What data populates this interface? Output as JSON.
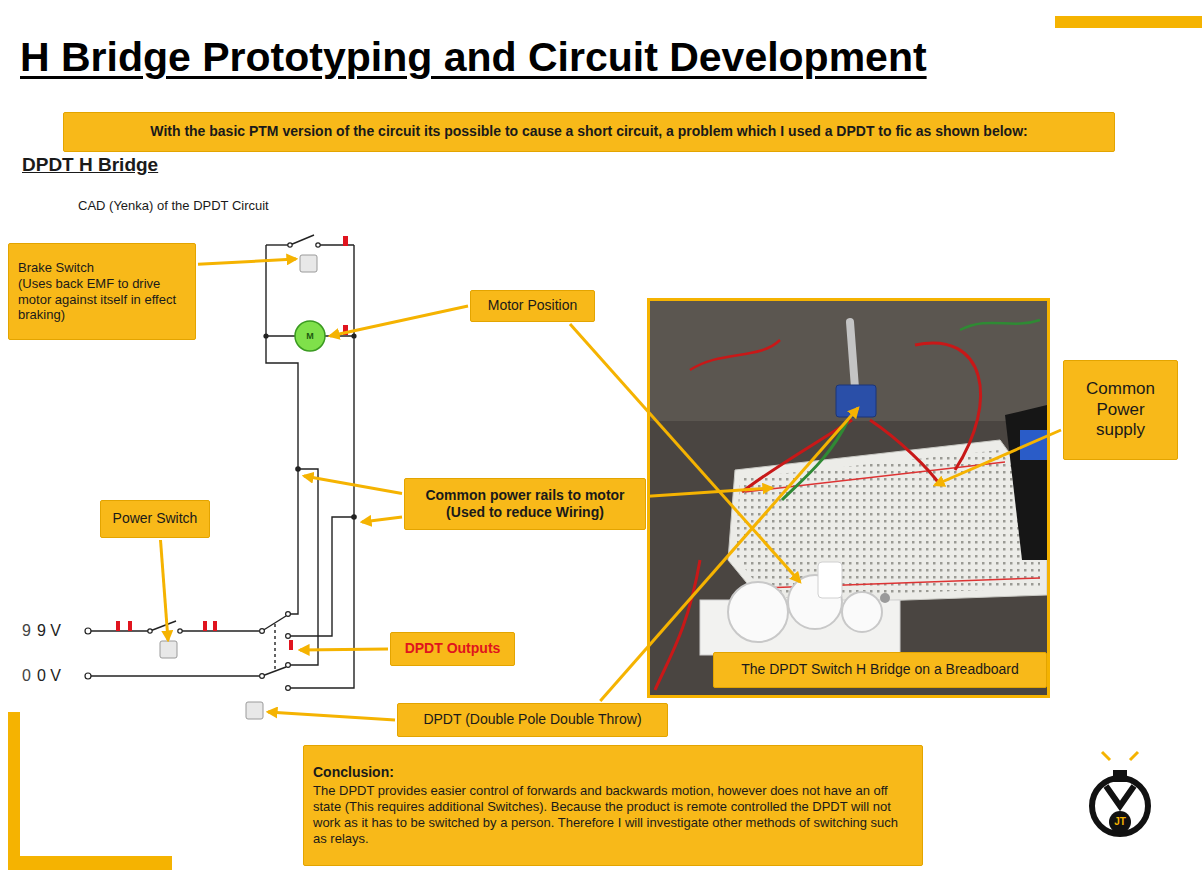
{
  "diagram": {
    "title": "H Bridge Prototyping and Circuit Development",
    "nodes": [
      {
        "text": [
          "With the basic PTM version of the circuit its possible to cause a short circuit, a problem which I used a DPDT to fic as shown below:"
        ]
      },
      {
        "text": [
          "Brake Switch",
          "(Uses back EMF to drive motor against itself in effect braking)"
        ]
      },
      {
        "text": [
          "Motor Position"
        ]
      },
      {
        "text": [
          "Common power rails to motor",
          "(Used to reduce Wiring)"
        ]
      },
      {
        "text": [
          "Common Power supply"
        ]
      },
      {
        "text": [
          "Power Switch"
        ]
      },
      {
        "text": [
          "DPDT Outputs"
        ]
      },
      {
        "text": [
          "DPDT (Double Pole Double Throw)"
        ]
      },
      {
        "text": [
          "The DPDT Switch H Bridge on a Breadboard"
        ]
      },
      {
        "text": [
          "Conclusion:",
          "The DPDT provides easier control of forwards and backwards motion, however does not have an off state (This requires additional Switches). Because the product is remote controlled the DPDT will not work as it has to be switched by a person. Therefore I will investigate other methods of switching such as relays."
        ]
      }
    ],
    "labels": [
      "DPDT H Bridge",
      "CAD (Yenka) of the DPDT Circuit",
      "9",
      "9 V",
      "0",
      "0 V",
      "M",
      "JT"
    ]
  }
}
